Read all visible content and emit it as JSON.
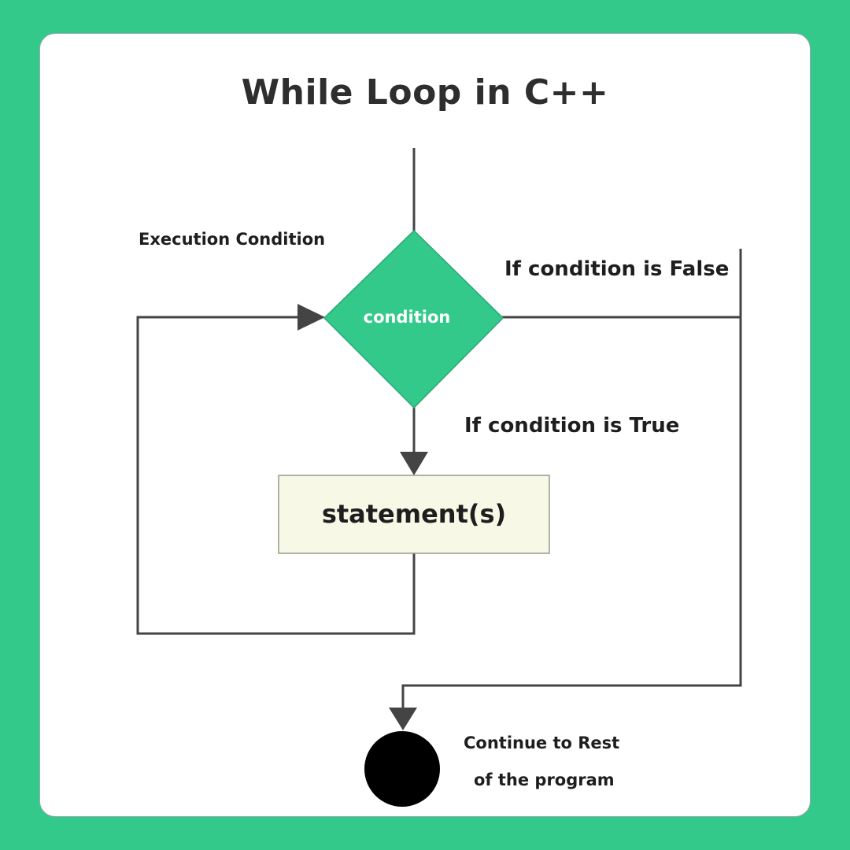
{
  "title": "While Loop in C++",
  "labels": {
    "execution_condition": "Execution Condition",
    "if_false": "If condition is False",
    "if_true": "If condition is True",
    "continue_line1": "Continue to Rest",
    "continue_line2": "of the program"
  },
  "nodes": {
    "condition": "condition",
    "statement": "statement(s)"
  },
  "colors": {
    "background": "#33c98a",
    "decision_fill": "#33c98a",
    "statement_fill": "#f7f8e6",
    "line": "#444444",
    "end_node": "#000000"
  }
}
